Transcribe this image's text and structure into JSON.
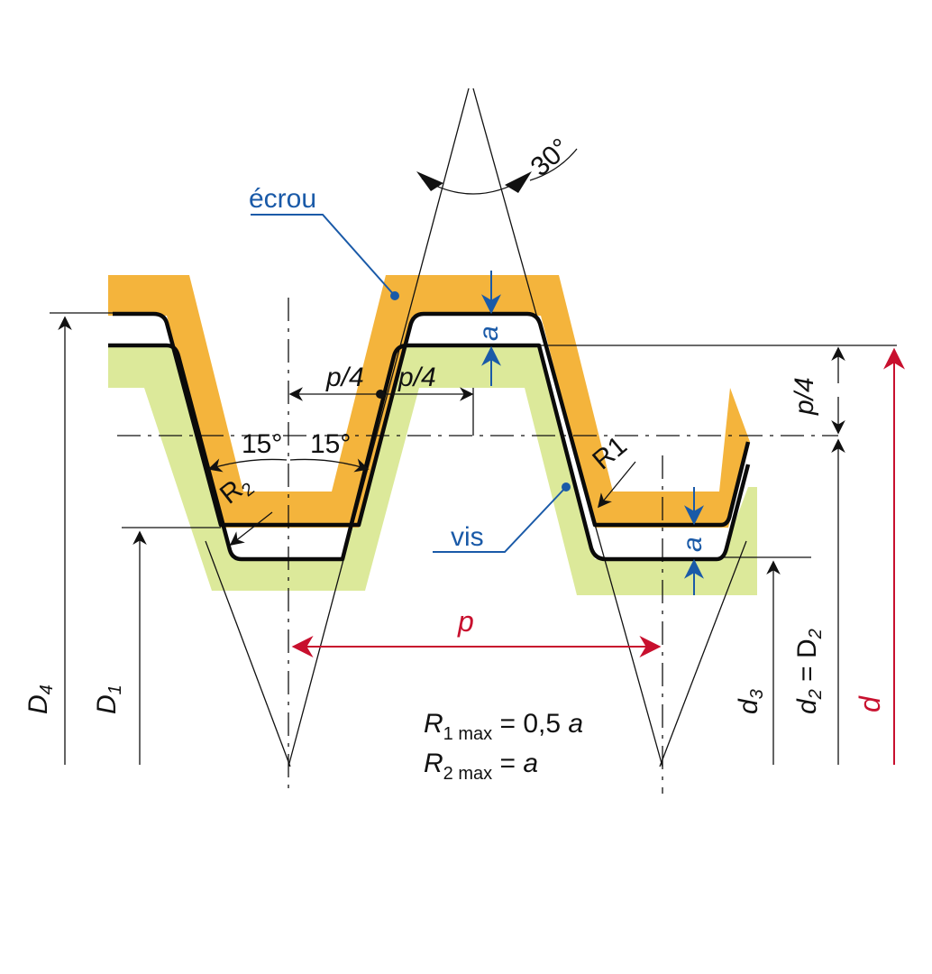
{
  "labels": {
    "angle_30": "30°",
    "nut": "écrou",
    "screw": "vis",
    "a_top": "a",
    "a_bottom": "a",
    "p_quarter_left": "p/4",
    "p_quarter_right": "p/4",
    "p_quarter_side": "p/4",
    "angle_15_left": "15°",
    "angle_15_right": "15°",
    "R1": "R1",
    "R2_letter": "R",
    "R2_sub": "2",
    "pitch": "p",
    "D4_letter": "D",
    "D4_sub": "4",
    "D1_letter": "D",
    "D1_sub": "1",
    "d3_letter": "d",
    "d3_sub": "3",
    "d2_letter": "d",
    "d2_sub": "2",
    "d2_eq": " = D",
    "d2_eq_sub": "2",
    "d_major": "d"
  },
  "formulas": {
    "r1_letter": "R",
    "r1_sub": "1 max",
    "r1_rest": " = 0,5 ",
    "r1_var": "a",
    "r2_letter": "R",
    "r2_sub": "2 max",
    "r2_rest": " = ",
    "r2_var": "a"
  },
  "colors": {
    "nut": "#f4b43c",
    "screw": "#dce99a",
    "annotation": "#1a5aa8",
    "pitch_dimension": "#c8102e",
    "outline": "#0a0a0a"
  }
}
